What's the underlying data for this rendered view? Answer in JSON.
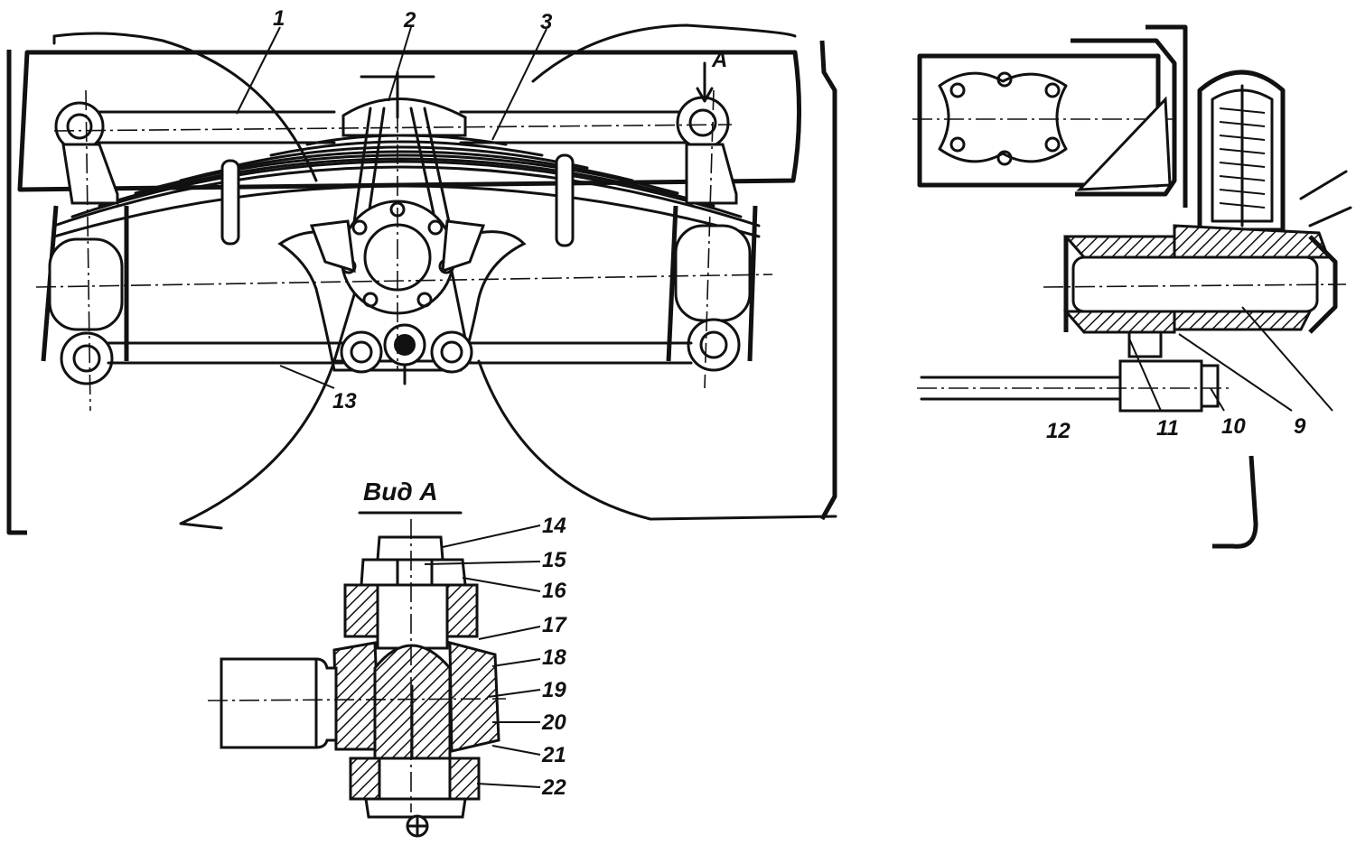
{
  "labels": {
    "n1": "1",
    "n2": "2",
    "n3": "3",
    "n9": "9",
    "n10": "10",
    "n11": "11",
    "n12": "12",
    "n13": "13",
    "n14": "14",
    "n15": "15",
    "n16": "16",
    "n17": "17",
    "n18": "18",
    "n19": "19",
    "n20": "20",
    "n21": "21",
    "n22": "22",
    "arrow_a": "A",
    "view_a": "Вид А"
  }
}
